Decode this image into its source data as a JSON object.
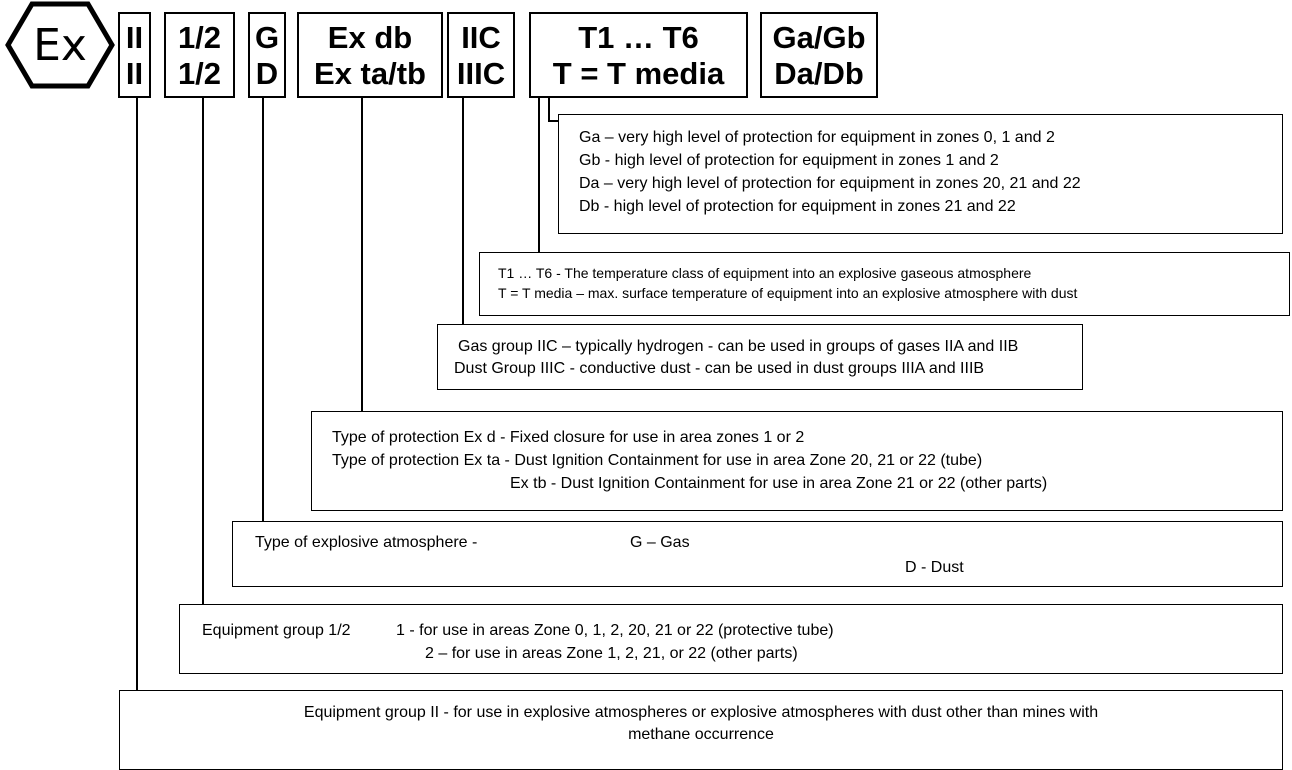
{
  "logo": {
    "text": "Ex"
  },
  "codes": [
    {
      "top": "II",
      "bottom": "II"
    },
    {
      "top": "1/2",
      "bottom": "1/2"
    },
    {
      "top": "G",
      "bottom": "D"
    },
    {
      "top": "Ex db",
      "bottom": "Ex ta/tb"
    },
    {
      "top": "IIC",
      "bottom": "IIIC"
    },
    {
      "top": "T1 … T6",
      "bottom": "T = T media"
    },
    {
      "top": "Ga/Gb",
      "bottom": "Da/Db"
    }
  ],
  "descriptions": {
    "epl": [
      "Ga – very high level of protection for equipment in zones 0, 1 and 2",
      "Gb - high level of protection for equipment in zones 1 and 2",
      "Da – very high level of protection for equipment in zones 20, 21 and 22",
      "Db - high level of protection for equipment in zones 21 and 22"
    ],
    "temperature": [
      "T1 … T6 - The temperature class of equipment into an explosive gaseous atmosphere",
      "T = T media – max. surface temperature of equipment into an explosive atmosphere with dust"
    ],
    "group": [
      "Gas group IIC – typically hydrogen - can be used in groups of gases IIA and IIB",
      "Dust Group IIIC - conductive dust - can be used in dust groups IIIA and IIIB"
    ],
    "protection": [
      "Type of protection Ex d - Fixed closure for use in area zones 1 or 2",
      "Type of protection Ex ta - Dust Ignition Containment for use in area Zone 20, 21 or 22 (tube)",
      "Ex tb - Dust Ignition Containment for use in area Zone 21 or 22 (other parts)"
    ],
    "atmosphere": [
      "Type of explosive atmosphere -",
      "G – Gas",
      "D - Dust"
    ],
    "category": [
      "Equipment group 1/2",
      "1 - for use in areas Zone 0, 1, 2, 20, 21 or 22 (protective tube)",
      "2 – for use in areas Zone 1, 2, 21, or 22 (other parts)"
    ],
    "equipment_group": [
      "Equipment group II - for use in explosive atmospheres or explosive atmospheres with dust other than mines with",
      "methane occurrence"
    ]
  }
}
